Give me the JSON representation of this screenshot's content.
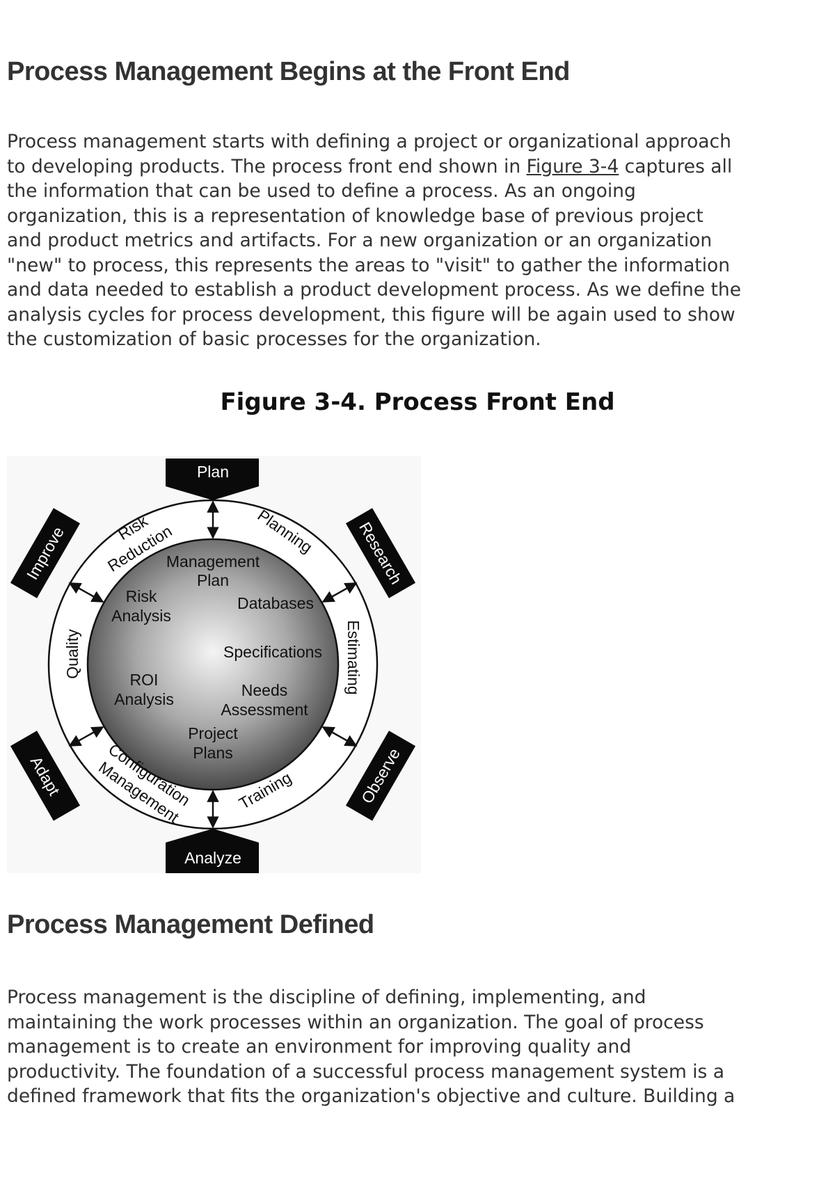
{
  "section1": {
    "heading": "Process Management Begins at the Front End",
    "paragraph_before_link": "Process management starts with defining a project or organizational approach\nto developing products. The process front end shown in ",
    "link_text": "Figure 3-4",
    "paragraph_after_link": " captures all\nthe information that can be used to define a process. As an ongoing\norganization, this is a representation of knowledge base of previous project\nand product metrics and artifacts. For a new organization or an organization\n\"new\" to process, this represents the areas to \"visit\" to gather the information\nand data needed to establish a product development process. As we define the\nanalysis cycles for process development, this figure will be again used to show\nthe customization of basic processes for the organization."
  },
  "figure": {
    "caption": "Figure 3-4. Process Front End",
    "outer_boxes": {
      "top": "Plan",
      "upper_right": "Research",
      "lower_right": "Observe",
      "bottom": "Analyze",
      "lower_left": "Adapt",
      "upper_left": "Improve"
    },
    "ring_labels": {
      "risk_reduction_1": "Risk",
      "risk_reduction_2": "Reduction",
      "planning": "Planning",
      "estimating": "Estimating",
      "training": "Training",
      "config_1": "Configuration",
      "config_2": "Management",
      "quality": "Quality"
    },
    "sphere_labels": {
      "mgmt_plan_1": "Management",
      "mgmt_plan_2": "Plan",
      "risk_analysis_1": "Risk",
      "risk_analysis_2": "Analysis",
      "databases": "Databases",
      "specifications": "Specifications",
      "roi_1": "ROI",
      "roi_2": "Analysis",
      "needs_1": "Needs",
      "needs_2": "Assessment",
      "project_plans_1": "Project",
      "project_plans_2": "Plans"
    }
  },
  "section2": {
    "heading": "Process Management Defined",
    "paragraph": "Process management is the discipline of defining, implementing, and\nmaintaining the work processes within an organization. The goal of process\nmanagement is to create an environment for improving quality and\nproductivity. The foundation of a successful process management system is a\ndefined framework that fits the organization's objective and culture. Building a"
  }
}
